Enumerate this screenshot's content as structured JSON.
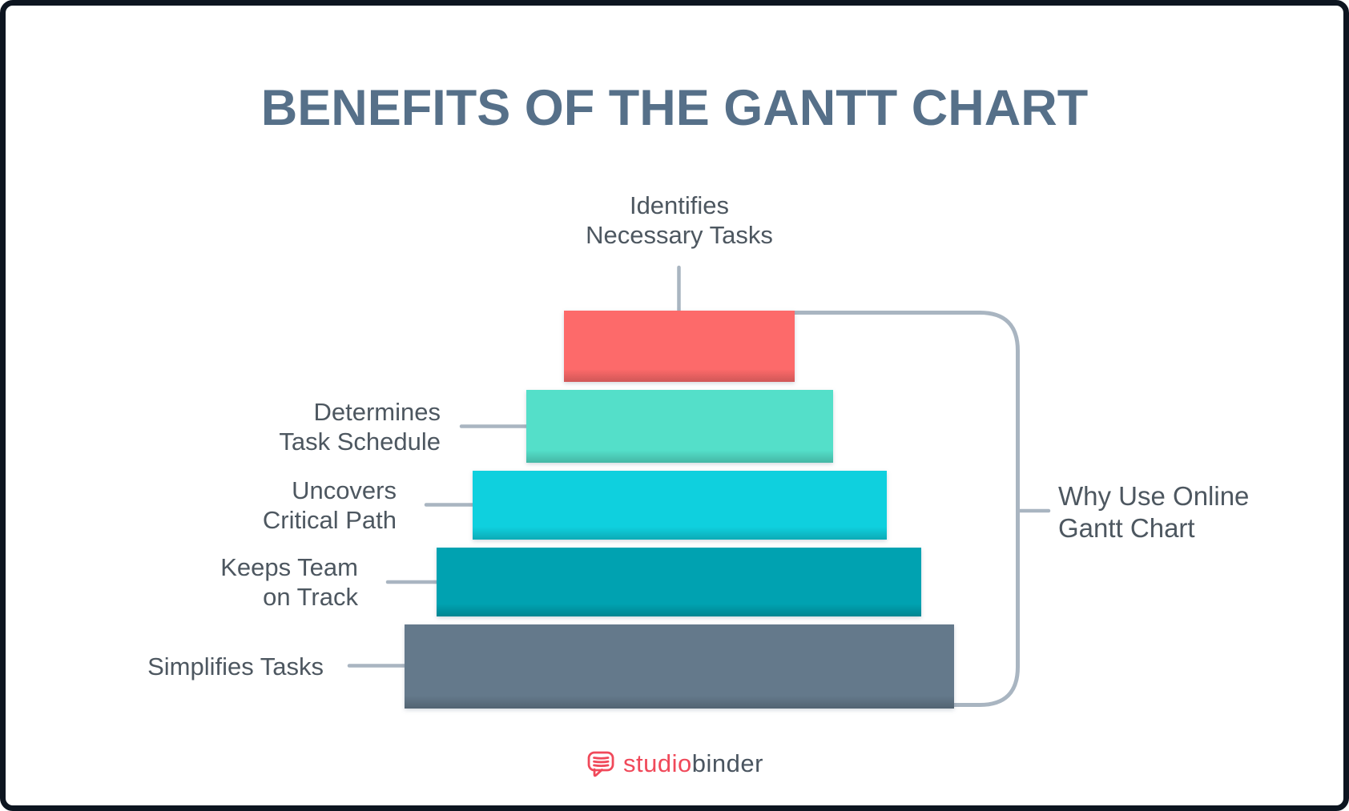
{
  "title": "BENEFITS OF THE GANTT CHART",
  "chart_data": {
    "type": "bar",
    "subtype": "funnel-pyramid",
    "title": "BENEFITS OF THE GANTT CHART",
    "categories": [
      "Identifies Necessary Tasks",
      "Determines Task Schedule",
      "Uncovers Critical Path",
      "Keeps Team on Track",
      "Simplifies Tasks"
    ],
    "values": [
      288,
      383,
      517,
      605,
      686
    ],
    "values_note": "relative bar widths in pixels; no numeric axis shown",
    "colors": [
      "#fd6a6a",
      "#54dfc9",
      "#0fd0de",
      "#00a2b1",
      "#64798b"
    ],
    "annotation": "Why Use Online Gantt Chart",
    "grid": false,
    "legend": false,
    "orientation": "horizontal, centered, widest at bottom"
  },
  "bars": [
    {
      "lines": [
        "Identifies",
        "Necessary Tasks"
      ],
      "color": "#fd6a6a"
    },
    {
      "lines": [
        "Determines",
        "Task Schedule"
      ],
      "color": "#54dfc9"
    },
    {
      "lines": [
        "Uncovers",
        "Critical Path"
      ],
      "color": "#0fd0de"
    },
    {
      "lines": [
        "Keeps Team",
        "on Track"
      ],
      "color": "#00a2b1"
    },
    {
      "lines": [
        "Simplifies Tasks",
        ""
      ],
      "color": "#64798b"
    }
  ],
  "bracket": {
    "label_lines": [
      "Why Use Online",
      "Gantt Chart"
    ],
    "color": "#a9b5c1"
  },
  "logo": {
    "part1": "studio",
    "part2": "binder",
    "icon": "speech-bubble-icon",
    "part1_color": "#f0495a",
    "part2_color": "#4a5560"
  },
  "theme": {
    "title_color": "#567089",
    "label_color": "#4d5760",
    "connector_color": "#a9b5c1",
    "frame_color": "#0d1520",
    "background": "#ffffff"
  }
}
